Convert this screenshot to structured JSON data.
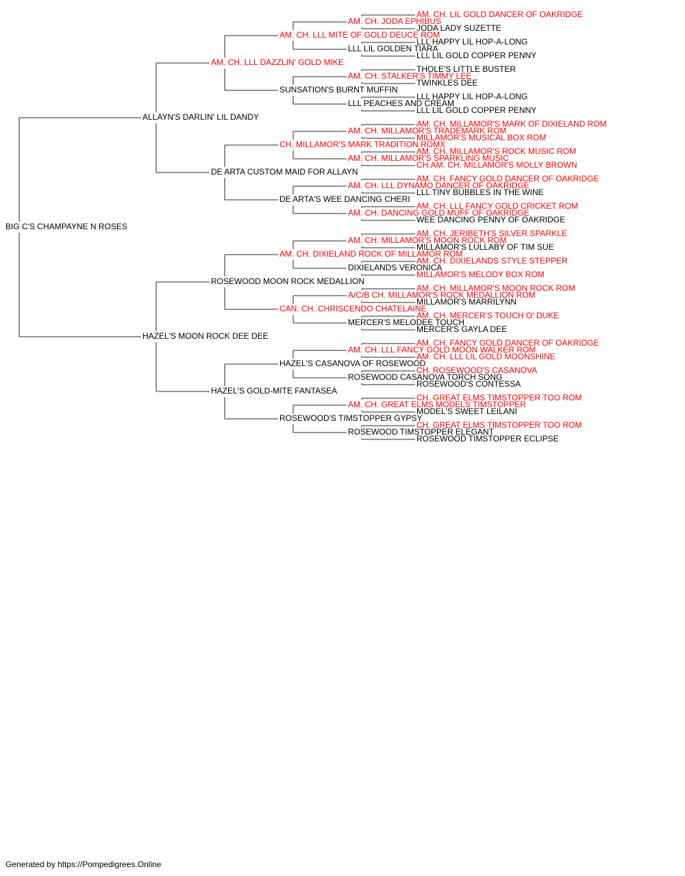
{
  "colors": {
    "champion": "#ff0000",
    "normal": "#000000",
    "line": "#555555"
  },
  "tree": {
    "name": "BIG C'S CHAMPAYNE N ROSES",
    "champion": false,
    "sire": {
      "name": "ALLAYN'S DARLIN' LIL DANDY",
      "champion": false,
      "sire": {
        "name": "AM. CH. LLL DAZZLIN' GOLD MIKE",
        "champion": true,
        "sire": {
          "name": "AM. CH. LLL MITE OF GOLD DEUCE ROM",
          "champion": true,
          "sire": {
            "name": "AM. CH. JODA EPHIBUS",
            "champion": true,
            "sire": {
              "name": "AM. CH. LIL GOLD DANCER OF OAKRIDGE",
              "champion": true
            },
            "dam": {
              "name": "JODA LADY SUZETTE",
              "champion": false
            }
          },
          "dam": {
            "name": "LLL LIL GOLDEN TIARA",
            "champion": false,
            "sire": {
              "name": "LLL HAPPY LIL HOP-A-LONG",
              "champion": false
            },
            "dam": {
              "name": "LLL LIL GOLD COPPER PENNY",
              "champion": false
            }
          }
        },
        "dam": {
          "name": "SUNSATION'S BURNT MUFFIN",
          "champion": false,
          "sire": {
            "name": "AM. CH. STALKER'S TIMMY LEE",
            "champion": true,
            "sire": {
              "name": "THOLE'S LITTLE BUSTER",
              "champion": false
            },
            "dam": {
              "name": "TWINKLES DEE",
              "champion": false
            }
          },
          "dam": {
            "name": "LLL PEACHES AND CREAM",
            "champion": false,
            "sire": {
              "name": "LLL HAPPY LIL HOP-A-LONG",
              "champion": false
            },
            "dam": {
              "name": "LLL LIL GOLD COPPER PENNY",
              "champion": false
            }
          }
        }
      },
      "dam": {
        "name": "DE ARTA CUSTOM MAID FOR ALLAYN",
        "champion": false,
        "sire": {
          "name": "CH. MILLAMOR'S MARK TRADITION ROMX",
          "champion": true,
          "sire": {
            "name": "AM. CH. MILLAMOR'S TRADEMARK ROM",
            "champion": true,
            "sire": {
              "name": "AM. CH. MILLAMOR'S MARK OF DIXIELAND ROM",
              "champion": true
            },
            "dam": {
              "name": "MILLAMOR'S MUSICAL BOX ROM",
              "champion": true
            }
          },
          "dam": {
            "name": "AM. CH. MILLAMOR'S SPARKLING MUSIC",
            "champion": true,
            "sire": {
              "name": "AM. CH. MILLAMOR'S ROCK MUSIC ROM",
              "champion": true
            },
            "dam": {
              "name": "CH.AM. CH. MILLAMOR'S MOLLY BROWN",
              "champion": true
            }
          }
        },
        "dam": {
          "name": "DE ARTA'S WEE DANCING CHERI",
          "champion": false,
          "sire": {
            "name": "AM. CH. LLL DYNAMO DANCER OF OAKRIDGE",
            "champion": true,
            "sire": {
              "name": "AM. CH. FANCY GOLD DANCER OF OAKRIDGE",
              "champion": true
            },
            "dam": {
              "name": "LLL TINY BUBBLES IN THE WINE",
              "champion": false
            }
          },
          "dam": {
            "name": "AM. CH. DANCING GOLD MUFF OF OAKRIDGE",
            "champion": true,
            "sire": {
              "name": "AM. CH. LLL FANCY GOLD CRICKET ROM",
              "champion": true
            },
            "dam": {
              "name": "WEE DANCING PENNY OF OAKRIDGE",
              "champion": false
            }
          }
        }
      }
    },
    "dam": {
      "name": "HAZEL'S MOON ROCK DEE DEE",
      "champion": false,
      "sire": {
        "name": "ROSEWOOD MOON ROCK MEDALLION",
        "champion": false,
        "sire": {
          "name": "AM. CH. DIXIELAND ROCK OF MILLAMOR ROM",
          "champion": true,
          "sire": {
            "name": "AM. CH. MILLAMOR'S MOON ROCK ROM",
            "champion": true,
            "sire": {
              "name": "AM. CH. JERIBETH'S SILVER SPARKLE",
              "champion": true
            },
            "dam": {
              "name": "MILLAMOR'S LULLABY OF TIM SUE",
              "champion": false
            }
          },
          "dam": {
            "name": "DIXIELANDS VERONICA",
            "champion": false,
            "sire": {
              "name": "AM. CH. DIXIELANDS STYLE STEPPER",
              "champion": true
            },
            "dam": {
              "name": "MILLAMOR'S MELODY BOX ROM",
              "champion": true
            }
          }
        },
        "dam": {
          "name": "CAN. CH. CHRISCENDO CHATELAINE",
          "champion": true,
          "sire": {
            "name": "A/C/B CH. MILLAMOR'S ROCK MEDALLION ROM",
            "champion": true,
            "sire": {
              "name": "AM. CH. MILLAMOR'S MOON ROCK ROM",
              "champion": true
            },
            "dam": {
              "name": "MILLAMOR'S MARRILYNN",
              "champion": false
            }
          },
          "dam": {
            "name": "MERCER'S MELODEE TOUCH",
            "champion": false,
            "sire": {
              "name": "AM. CH. MERCER'S TOUCH O' DUKE",
              "champion": true
            },
            "dam": {
              "name": "MERCER'S GAYLA DEE",
              "champion": false
            }
          }
        }
      },
      "dam": {
        "name": "HAZEL'S GOLD-MITE FANTASEA",
        "champion": false,
        "sire": {
          "name": "HAZEL'S CASANOVA OF ROSEWOOD",
          "champion": false,
          "sire": {
            "name": "AM. CH. LLL FANCY GOLD MOON WALKER ROM",
            "champion": true,
            "sire": {
              "name": "AM. CH. FANCY GOLD DANCER OF OAKRIDGE",
              "champion": true
            },
            "dam": {
              "name": "AM. CH. LLL LIL GOLD MOONSHINE",
              "champion": true
            }
          },
          "dam": {
            "name": "ROSEWOOD CASANOVA TORCH SONG",
            "champion": false,
            "sire": {
              "name": "CH. ROSEWOOD'S CASANOVA",
              "champion": true
            },
            "dam": {
              "name": "ROSEWOOD'S CONTESSA",
              "champion": false
            }
          }
        },
        "dam": {
          "name": "ROSEWOOD'S TIMSTOPPER GYPSY",
          "champion": false,
          "sire": {
            "name": "AM. CH. GREAT ELMS MODELS TIMSTOPPER",
            "champion": true,
            "sire": {
              "name": "CH. GREAT ELMS TIMSTOPPER TOO ROM",
              "champion": true
            },
            "dam": {
              "name": "MODEL'S SWEET LEILANI",
              "champion": false
            }
          },
          "dam": {
            "name": "ROSEWOOD TIMSTOPPER ELEGANT",
            "champion": false,
            "sire": {
              "name": "CH. GREAT ELMS TIMSTOPPER TOO ROM",
              "champion": true
            },
            "dam": {
              "name": "ROSEWOOD TIMSTOPPER ECLIPSE",
              "champion": false
            }
          }
        }
      }
    }
  },
  "footer": {
    "text": "Generated by https://Pompedigrees.Online"
  }
}
